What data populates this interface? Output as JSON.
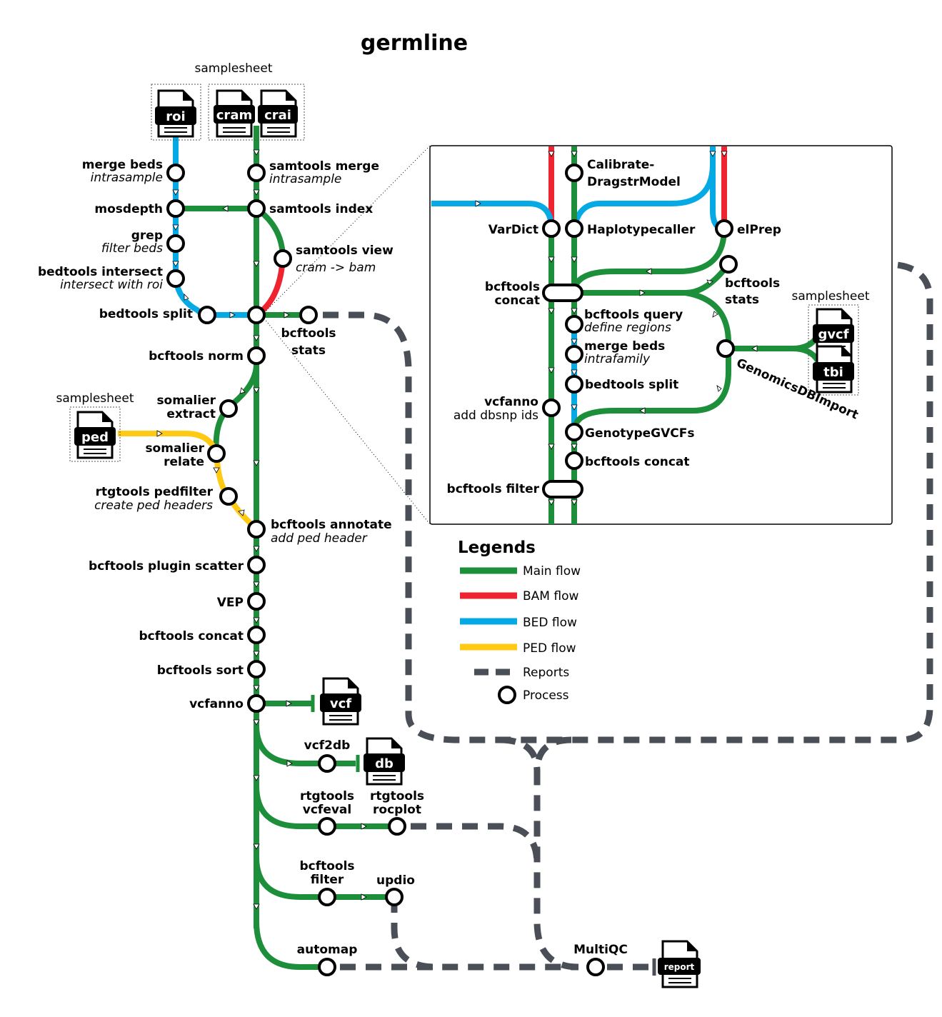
{
  "title": "germline",
  "inputs": {
    "samplesheet_top": "samplesheet",
    "samplesheet_ped": "samplesheet",
    "samplesheet_inset": "samplesheet",
    "files": {
      "roi": "roi",
      "cram": "cram",
      "crai": "crai",
      "ped": "ped",
      "vcf": "vcf",
      "db": "db",
      "report": "report",
      "gvcf": "gvcf",
      "tbi": "tbi"
    }
  },
  "main_nodes": {
    "merge_beds": {
      "name": "merge beds",
      "sub": "intrasample"
    },
    "samtools_merge": {
      "name": "samtools merge",
      "sub": "intrasample"
    },
    "mosdepth": {
      "name": "mosdepth"
    },
    "samtools_index": {
      "name": "samtools index"
    },
    "grep": {
      "name": "grep",
      "sub": "filter beds"
    },
    "samtools_view": {
      "name": "samtools view",
      "sub": "cram -> bam"
    },
    "bedtools_intersect": {
      "name": "bedtools intersect",
      "sub": "intersect with roi"
    },
    "bedtools_split": {
      "name": "bedtools split"
    },
    "bcftools_stats": {
      "line1": "bcftools",
      "line2": "stats"
    },
    "bcftools_norm": {
      "name": "bcftools norm"
    },
    "somalier_extract": {
      "line1": "somalier",
      "line2": "extract"
    },
    "somalier_relate": {
      "line1": "somalier",
      "line2": "relate"
    },
    "rtgtools_pedfilter": {
      "name": "rtgtools pedfilter",
      "sub": "create ped headers"
    },
    "bcftools_annotate": {
      "name": "bcftools annotate",
      "sub": "add ped header"
    },
    "bcftools_plugin_scatter": {
      "name": "bcftools plugin scatter"
    },
    "vep": {
      "name": "VEP"
    },
    "bcftools_concat": {
      "name": "bcftools concat"
    },
    "bcftools_sort": {
      "name": "bcftools sort"
    },
    "vcfanno": {
      "name": "vcfanno"
    },
    "vcf2db": {
      "name": "vcf2db"
    },
    "rtgtools_vcfeval": {
      "line1": "rtgtools",
      "line2": "vcfeval"
    },
    "rtgtools_rocplot": {
      "line1": "rtgtools",
      "line2": "rocplot"
    },
    "bcftools_filter": {
      "line1": "bcftools",
      "line2": "filter"
    },
    "updio": {
      "name": "updio"
    },
    "automap": {
      "name": "automap"
    },
    "multiqc": {
      "name": "MultiQC"
    }
  },
  "inset_nodes": {
    "calibrate": {
      "line1": "Calibrate-",
      "line2": "DragstrModel"
    },
    "vardict": {
      "name": "VarDict"
    },
    "haplotypecaller": {
      "name": "Haplotypecaller"
    },
    "elprep": {
      "name": "elPrep"
    },
    "bcftools_concat_left": {
      "line1": "bcftools",
      "line2": "concat"
    },
    "bcftools_stats": {
      "line1": "bcftools",
      "line2": "stats"
    },
    "bcftools_query": {
      "name": "bcftools query",
      "sub": "define regions"
    },
    "merge_beds": {
      "name": "merge beds",
      "sub": "intrafamily"
    },
    "bedtools_split": {
      "name": "bedtools split"
    },
    "genomicsdbimport": {
      "name": "GenomicsDBImport"
    },
    "vcfanno": {
      "name": "vcfanno",
      "sub": "add dbsnp ids"
    },
    "genotypegvcfs": {
      "name": "GenotypeGVCFs"
    },
    "bcftools_concat": {
      "name": "bcftools concat"
    },
    "bcftools_filter": {
      "name": "bcftools filter"
    }
  },
  "legend": {
    "title": "Legends",
    "items": [
      {
        "label": "Main flow",
        "color": "#1d8f3b",
        "kind": "line"
      },
      {
        "label": "BAM flow",
        "color": "#ee2431",
        "kind": "line"
      },
      {
        "label": "BED flow",
        "color": "#05aae5",
        "kind": "line"
      },
      {
        "label": "PED flow",
        "color": "#ffc914",
        "kind": "line"
      },
      {
        "label": "Reports",
        "color": "#4a4f57",
        "kind": "dash"
      },
      {
        "label": "Process",
        "color": "#000000",
        "kind": "circle"
      }
    ]
  }
}
